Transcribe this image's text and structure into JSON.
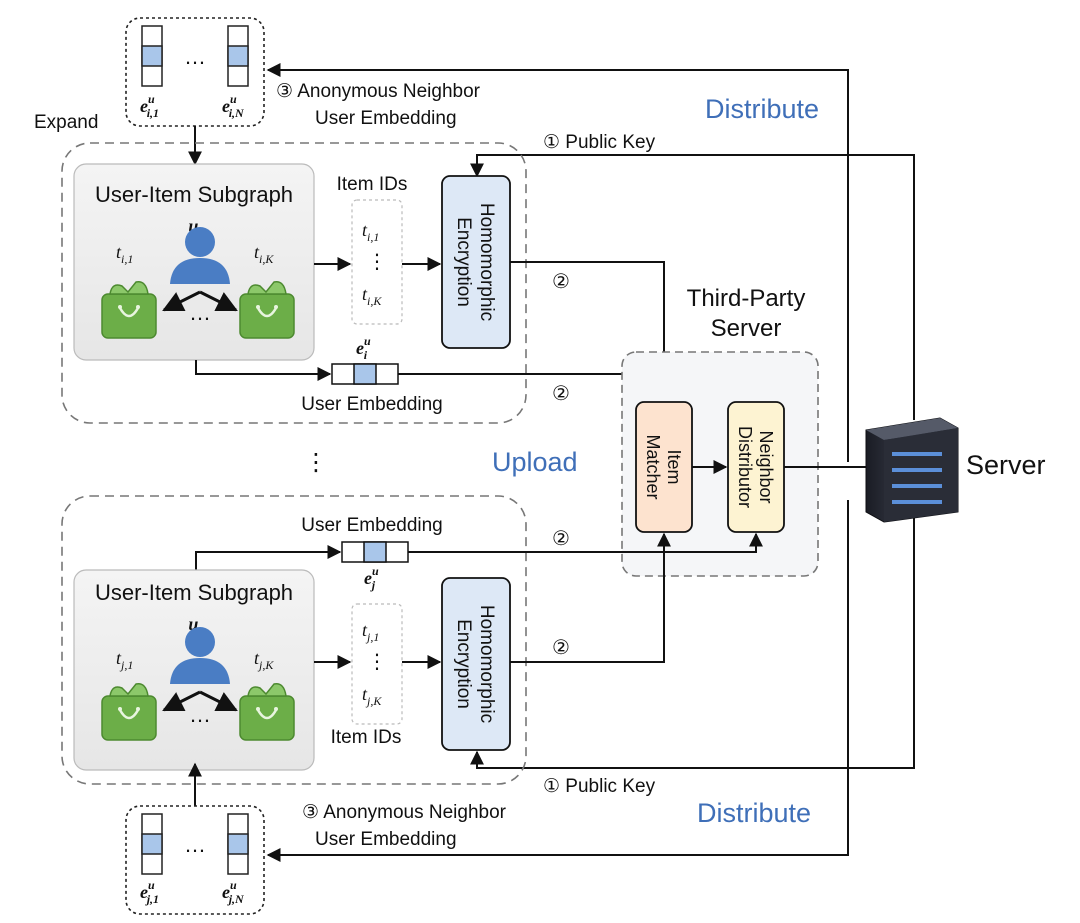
{
  "labels": {
    "expand": "Expand",
    "distribute": "Distribute",
    "upload": "Upload",
    "server": "Server",
    "third_party_line1": "Third-Party",
    "third_party_line2": "Server",
    "public_key": "① Public Key",
    "step2": "②",
    "anon_line1": "③ Anonymous Neighbor",
    "anon_line2": "User Embedding",
    "user_item_subgraph": "User-Item Subgraph",
    "item_ids": "Item IDs",
    "user_embedding": "User Embedding",
    "homomorphic_line1": "Homomorphic",
    "homomorphic_line2": "Encryption",
    "item_matcher_line1": "Item",
    "item_matcher_line2": "Matcher",
    "neighbor_line1": "Neighbor",
    "neighbor_line2": "Distributor",
    "ellipsis": "…",
    "vdots": "⋮"
  },
  "top_client": {
    "user": "u",
    "user_sub": "i",
    "item_left": "t",
    "item_left_sub": "i,1",
    "item_right": "t",
    "item_right_sub": "i,K",
    "ids_top": "t",
    "ids_top_sub": "i,1",
    "ids_bottom": "t",
    "ids_bottom_sub": "i,K",
    "emb": "e",
    "emb_sup": "u",
    "emb_sub": "i",
    "anon_left": "e",
    "anon_left_sup": "u",
    "anon_left_sub": "i,1",
    "anon_right": "e",
    "anon_right_sup": "u",
    "anon_right_sub": "i,N"
  },
  "bottom_client": {
    "user": "u",
    "user_sub": "j",
    "item_left": "t",
    "item_left_sub": "j,1",
    "item_right": "t",
    "item_right_sub": "j,K",
    "ids_top": "t",
    "ids_top_sub": "j,1",
    "ids_bottom": "t",
    "ids_bottom_sub": "j,K",
    "emb": "e",
    "emb_sup": "u",
    "emb_sub": "j",
    "anon_left": "e",
    "anon_left_sup": "u",
    "anon_left_sub": "j,1",
    "anon_right": "e",
    "anon_right_sup": "u",
    "anon_right_sub": "j,N"
  },
  "colors": {
    "accent_blue_text": "#3f6fb8",
    "encryption_fill": "#dde8f6",
    "matcher_fill": "#fde3cf",
    "distributor_fill": "#fdf3d2",
    "user_icon": "#4a7dc4",
    "bag_green": "#6cae48",
    "emb_highlight": "#a9c6ea"
  }
}
